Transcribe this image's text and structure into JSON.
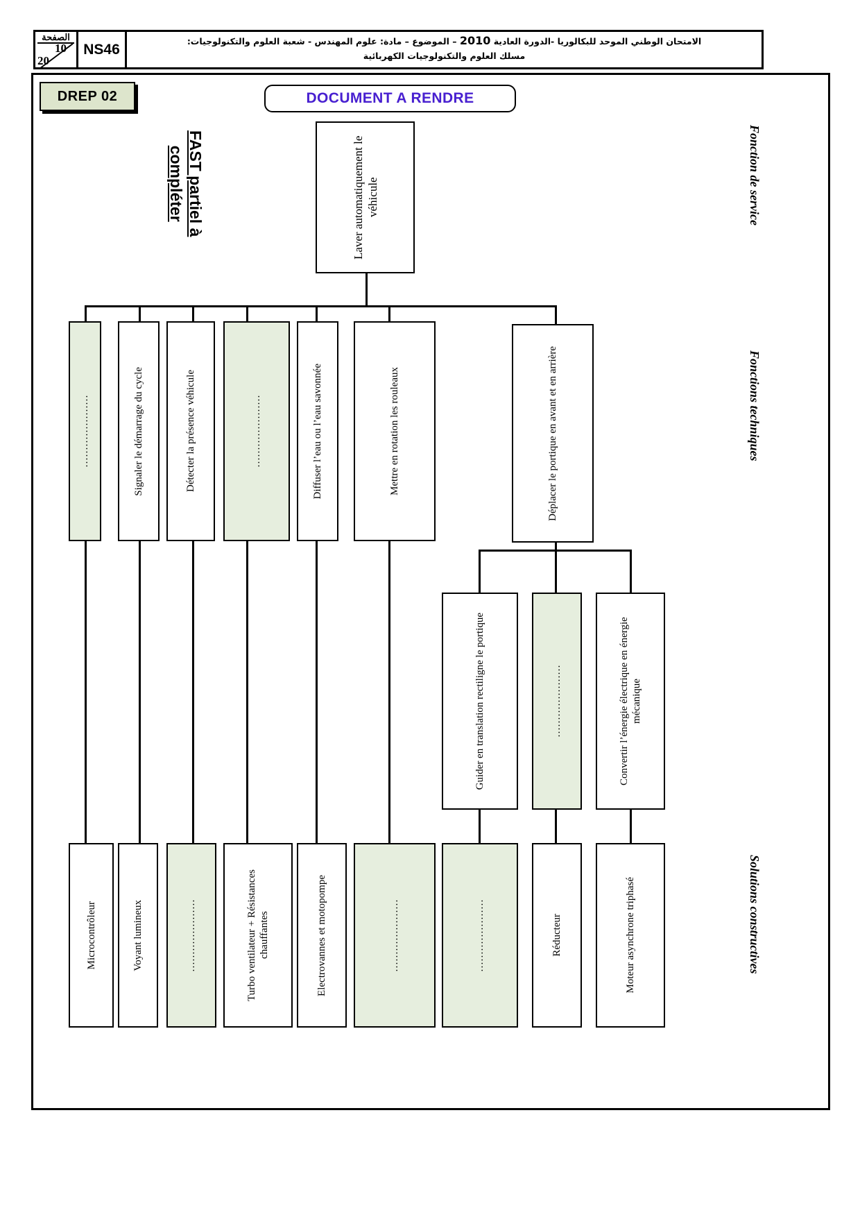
{
  "header": {
    "page_word": "الصفحة",
    "page_number": "10",
    "page_total": "20",
    "code": "NS46",
    "arabic_line1_a": "الامتحان الوطني الموحد للبكالوريا -الدورة العادية ",
    "arabic_year": "2010",
    "arabic_line1_b": " – الموضوع – مادة: علوم المهندس - شعبة العلوم والتكنولوجيات:",
    "arabic_line2": "مسلك العلوم والتكنولوجيات الكهربائية"
  },
  "badge": {
    "label": "DREP 02"
  },
  "title": {
    "label": "DOCUMENT A RENDRE",
    "color": "#4820d0"
  },
  "caption": {
    "line1": "FAST partiel à",
    "line2": "compléter"
  },
  "bands": [
    {
      "label": "Fonction de service"
    },
    {
      "label": "Fonctions techniques"
    },
    {
      "label": "Solutions constructives"
    }
  ],
  "colors": {
    "green_fill": "#e6eede",
    "badge_fill": "#dde5cc",
    "ink": "#000000"
  },
  "dots": "…………………",
  "root": {
    "label": "Laver automatiquement le véhicule"
  },
  "level2": [
    {
      "id": "l2-0",
      "label": "…………………",
      "blank": true
    },
    {
      "id": "l2-1",
      "label": "Signaler le démarrage du cycle",
      "blank": false
    },
    {
      "id": "l2-2",
      "label": "Détecter la présence véhicule",
      "blank": false
    },
    {
      "id": "l2-3",
      "label": "…………………",
      "blank": true
    },
    {
      "id": "l2-4",
      "label": "Diffuser l’eau ou l’eau savonnée",
      "blank": false
    },
    {
      "id": "l2-5",
      "label": "Mettre en rotation les rouleaux",
      "blank": false
    },
    {
      "id": "l2-6",
      "label": "Déplacer le portique en avant et en arrière",
      "blank": false
    }
  ],
  "level3": [
    {
      "id": "l3-0",
      "label": "Guider en translation rectiligne le portique",
      "blank": false
    },
    {
      "id": "l3-1",
      "label": "…………………",
      "blank": true
    },
    {
      "id": "l3-2",
      "label": "Convertir l’énergie électrique en énergie mécanique",
      "blank": false
    }
  ],
  "solutions": [
    {
      "id": "s-0",
      "label": "Microcontrôleur",
      "blank": false
    },
    {
      "id": "s-1",
      "label": "Voyant lumineux",
      "blank": false
    },
    {
      "id": "s-2",
      "label": "…………………",
      "blank": true
    },
    {
      "id": "s-3",
      "label": "Turbo ventilateur + Résistances chauffantes",
      "blank": false
    },
    {
      "id": "s-4",
      "label": "Electrovannes et motopompe",
      "blank": false
    },
    {
      "id": "s-5",
      "label": "…………………",
      "blank": true
    },
    {
      "id": "s-6",
      "label": "…………………",
      "blank": true
    },
    {
      "id": "s-7",
      "label": "Réducteur",
      "blank": false
    },
    {
      "id": "s-8",
      "label": "Moteur asynchrone triphasé",
      "blank": false
    }
  ]
}
